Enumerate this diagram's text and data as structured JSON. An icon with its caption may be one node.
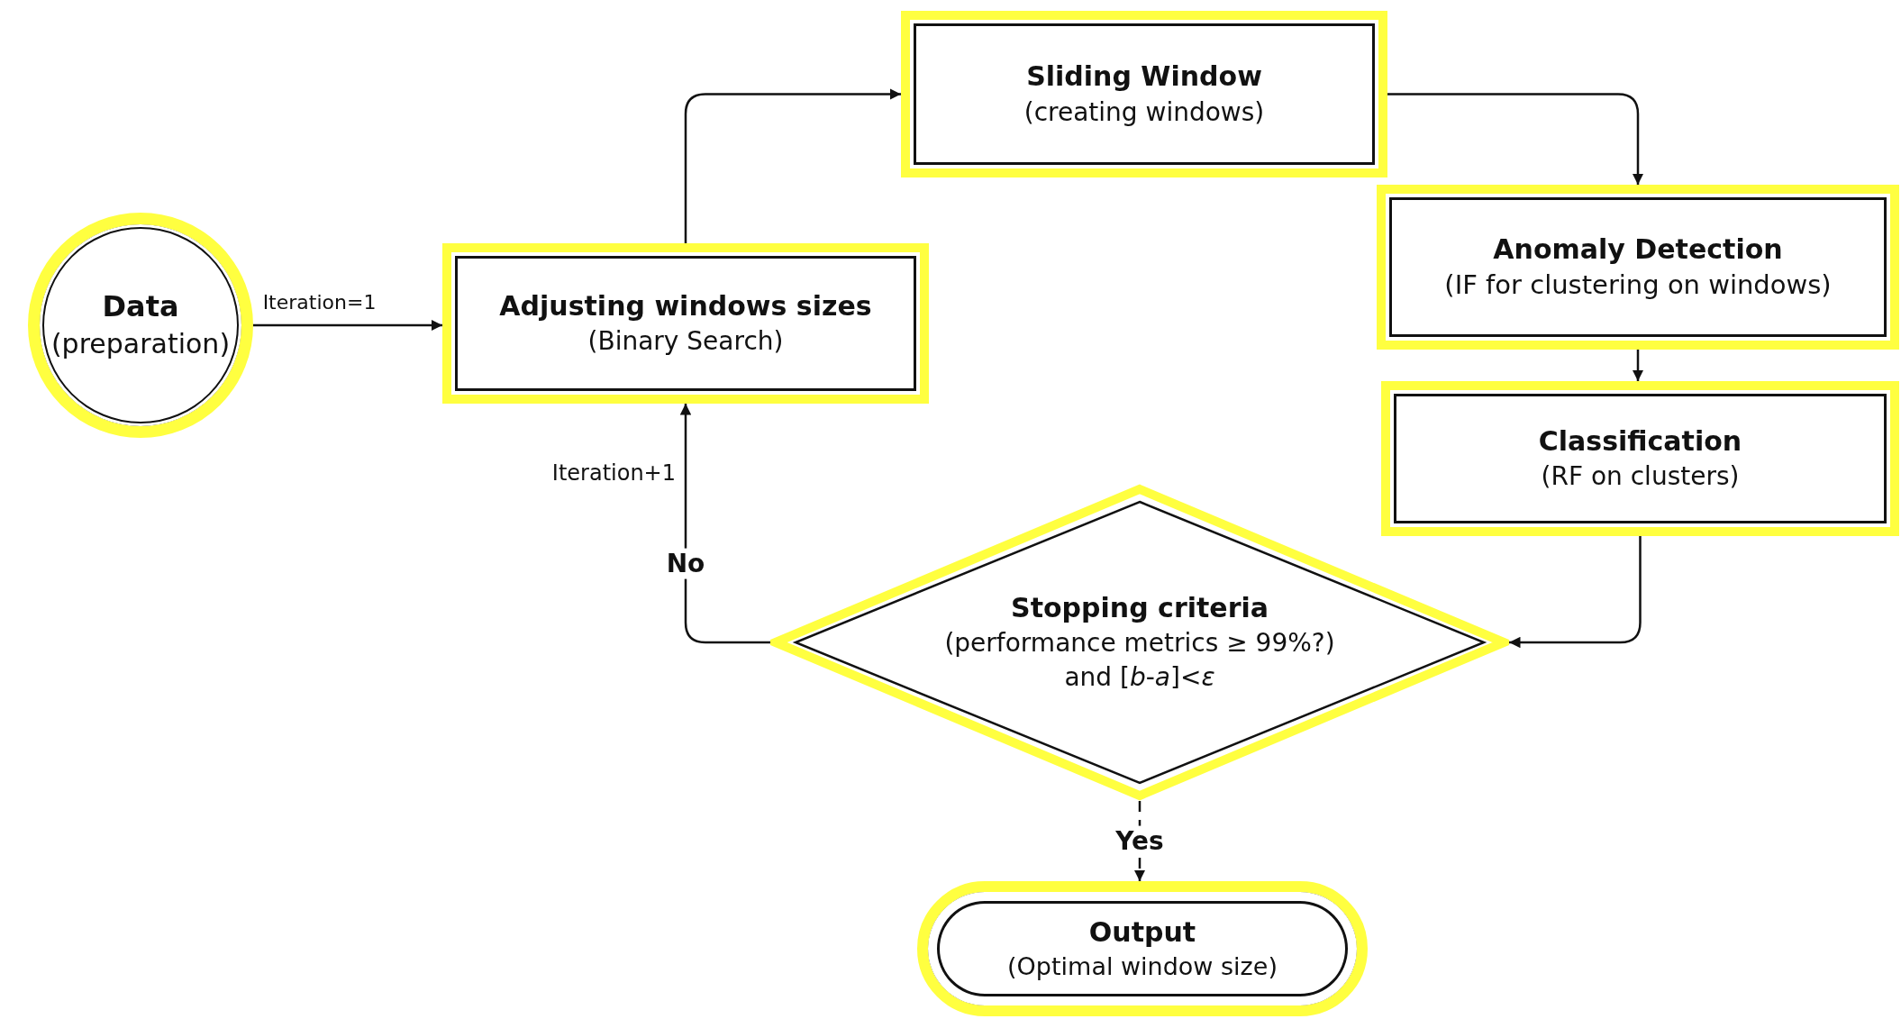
{
  "diagram": {
    "nodes": [
      {
        "text": [
          "Data",
          "(preparation)"
        ]
      },
      {
        "text": [
          "Adjusting windows sizes",
          "(Binary Search)"
        ]
      },
      {
        "text": [
          "Sliding Window",
          "(creating windows)"
        ]
      },
      {
        "text": [
          "Anomaly Detection",
          "(IF for clustering on windows)"
        ]
      },
      {
        "text": [
          "Classification",
          "(RF on clusters)"
        ]
      },
      {
        "text": [
          "Stopping criteria",
          "(performance metrics ≥ 99%?)",
          "and [*b*-*a*]<*ε*"
        ]
      },
      {
        "text": [
          "Output",
          "(Optimal window size)"
        ]
      }
    ],
    "edges": [
      {
        "from": 0,
        "to": 1,
        "arrow": "to",
        "label": "Iteration=1"
      },
      {
        "from": 1,
        "to": 2,
        "arrow": "to"
      },
      {
        "from": 2,
        "to": 3,
        "arrow": "to"
      },
      {
        "from": 3,
        "to": 4,
        "arrow": "to"
      },
      {
        "from": 4,
        "to": 5,
        "arrow": "to"
      },
      {
        "from": 5,
        "to": 1,
        "arrow": "to",
        "label": "No"
      },
      {
        "from": 5,
        "to": 6,
        "arrow": "to",
        "label": "Yes",
        "style": "dashed"
      }
    ],
    "labels": [
      "Iteration+1"
    ]
  }
}
